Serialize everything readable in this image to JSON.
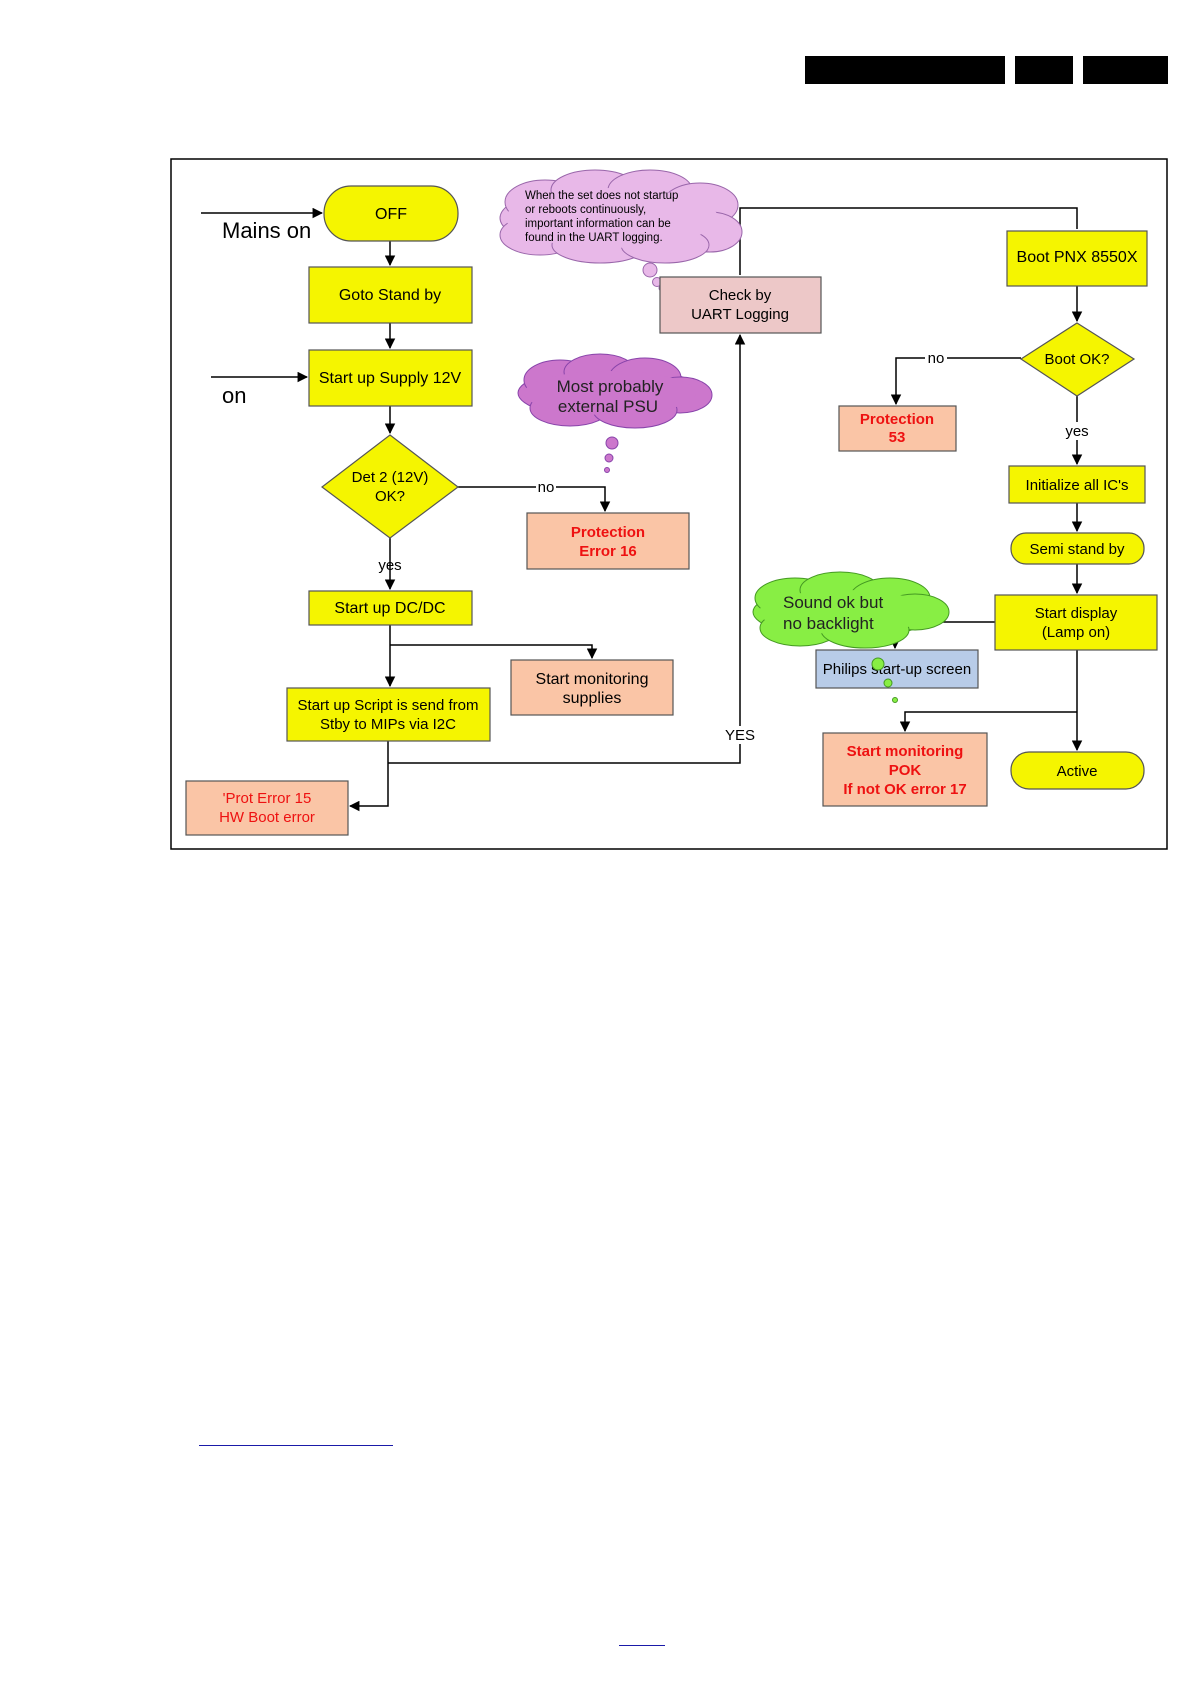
{
  "diagram": {
    "nodes": {
      "off": "OFF",
      "goto_standby": "Goto Stand by",
      "startup_supply": "Start up Supply 12V",
      "det2_line1": "Det 2 (12V)",
      "det2_line2": "OK?",
      "startup_dcdc": "Start up DC/DC",
      "start_monitoring_supplies_line1": "Start monitoring",
      "start_monitoring_supplies_line2": "supplies",
      "startup_script_line1": "Start up Script is send from",
      "startup_script_line2": "Stby to MIPs via I2C",
      "prot_error15_line1": "'Prot Error 15",
      "prot_error15_line2": "HW Boot error",
      "protection16_line1": "Protection",
      "protection16_line2": "Error 16",
      "check_uart_line1": "Check by",
      "check_uart_line2": "UART Logging",
      "boot_pnx": "Boot PNX 8550X",
      "boot_ok": "Boot OK?",
      "protection53_line1": "Protection",
      "protection53_line2": "53",
      "initialize_ics": "Initialize all IC's",
      "semi_standby": "Semi stand by",
      "start_display_line1": "Start display",
      "start_display_line2": "(Lamp on)",
      "philips_startup": "Philips start-up screen",
      "start_monitoring_pok_line1": "Start monitoring",
      "start_monitoring_pok_line2": "POK",
      "start_monitoring_pok_line3": "If not OK error 17",
      "active": "Active"
    },
    "clouds": {
      "uart_note_line1": "When the set does not startup",
      "uart_note_line2": "or reboots continuously,",
      "uart_note_line3": "important information can be",
      "uart_note_line4": "found in the UART logging.",
      "psu_line1": "Most probably",
      "psu_line2": "external PSU",
      "backlight_line1": "Sound ok but",
      "backlight_line2": "no backlight"
    },
    "labels": {
      "mains_on": "Mains on",
      "on": "on",
      "no_det2": "no",
      "yes_det2": "yes",
      "yes_uart": "YES",
      "no_boot": "no",
      "yes_boot": "yes"
    }
  },
  "colors": {
    "yellow": "#f5f500",
    "salmon": "#fac5a6",
    "pink_box": "#edc8c8",
    "cloud_pink": "#e8b8e8",
    "cloud_purple": "#cc77cc",
    "cloud_green": "#88ee44",
    "blue_box": "#b8cce8",
    "red_text": "#ee1111"
  }
}
